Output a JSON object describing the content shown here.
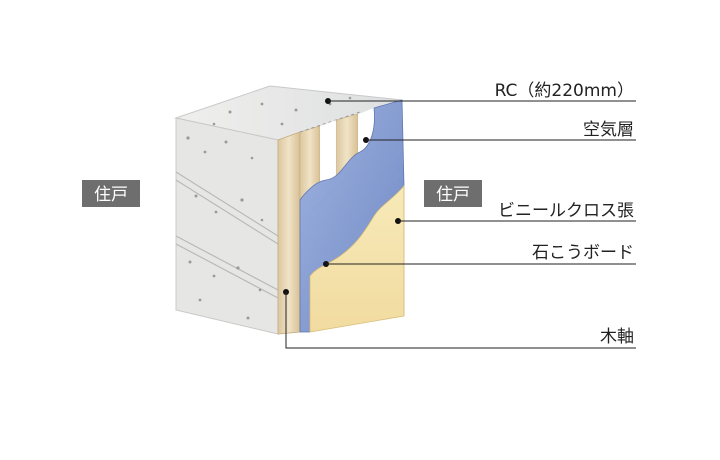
{
  "unit_left": "住戸",
  "unit_right": "住戸",
  "callouts": {
    "rc": "RC（約220mm）",
    "air_layer": "空気層",
    "vinyl_cloth": "ビニールクロス張",
    "gypsum_board": "石こうボード",
    "wood_frame": "木軸"
  },
  "colors": {
    "tag_bg": "#6e6e6e",
    "concrete": "#e9e9e7",
    "wood": "#e8d7b4",
    "gypsum_face": "#7f98cf",
    "vinyl_face": "#f6e7b8"
  }
}
